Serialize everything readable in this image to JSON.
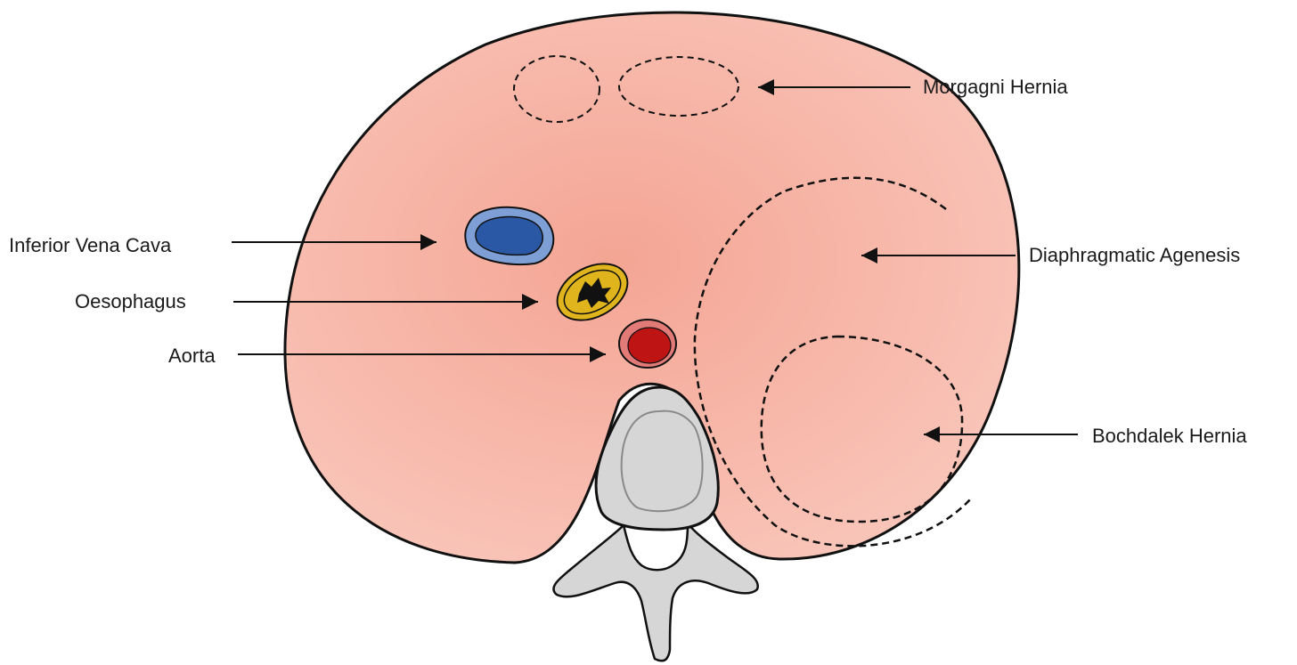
{
  "labels": {
    "morgagni": "Morgagni Hernia",
    "ivc": "Inferior Vena Cava",
    "agenesis": "Diaphragmatic Agenesis",
    "oesophagus": "Oesophagus",
    "aorta": "Aorta",
    "bochdalek": "Bochdalek Hernia"
  },
  "colors": {
    "diaphragm": "#f7b9ad",
    "diaphragm_center": "#f4a899",
    "outline": "#111111",
    "ivc_outer": "#7e9fd6",
    "ivc_inner": "#2a58a5",
    "oesophagus_outer": "#e0b41d",
    "oesophagus_lumen": "#111111",
    "aorta_outer": "#e27a78",
    "aorta_inner": "#bf1414",
    "vertebra": "#d6d6d6",
    "vertebra_dark": "#c3c3c3"
  }
}
